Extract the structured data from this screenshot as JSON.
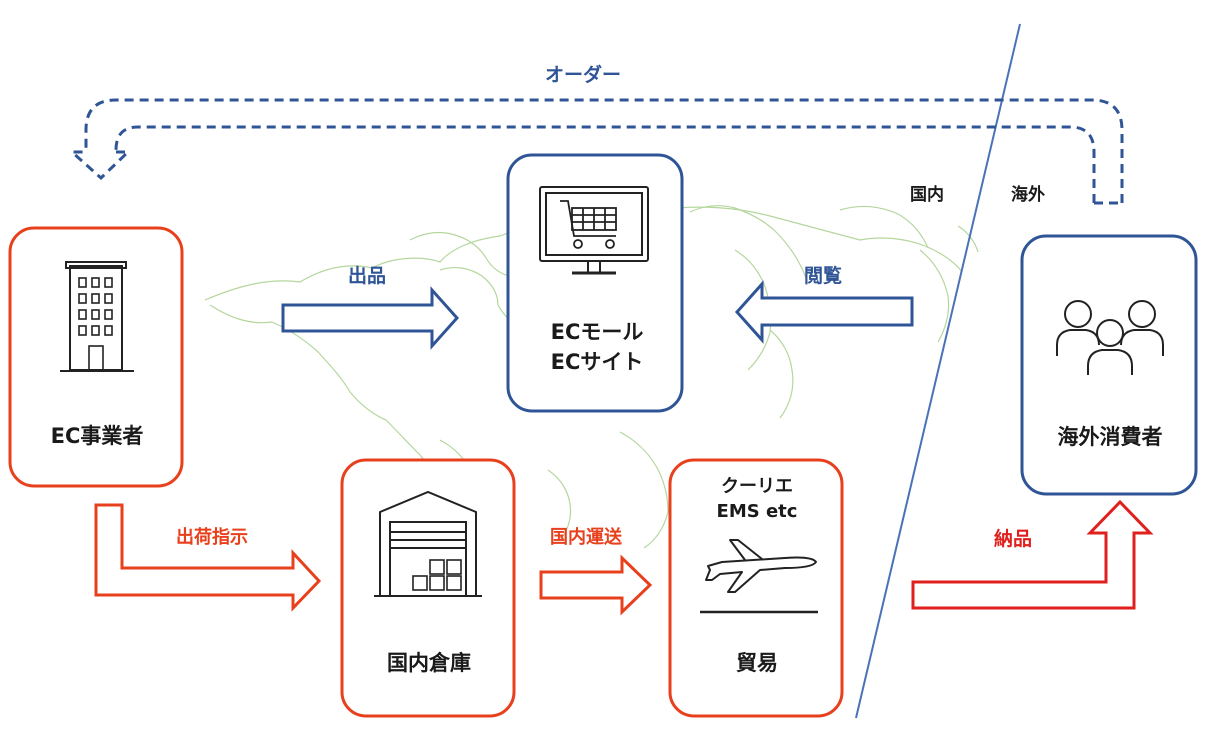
{
  "colors": {
    "blue": "#2f5597",
    "red_orange": "#e8401c",
    "red": "#e0201c",
    "map_green": "#a8d08d",
    "divider": "#4a72b8",
    "icon": "#222222"
  },
  "nodes": {
    "ec_business": {
      "label": "EC事業者",
      "icon": "office-building-icon"
    },
    "ec_mall": {
      "line1": "ECモール",
      "line2": "ECサイト",
      "icon": "shopping-cart-monitor-icon"
    },
    "overseas_consumer": {
      "label": "海外消費者",
      "icon": "people-group-icon"
    },
    "warehouse": {
      "label": "国内倉庫",
      "icon": "warehouse-icon"
    },
    "trade": {
      "line1": "クーリエ",
      "line2": "EMS etc",
      "label": "貿易",
      "icon": "airplane-icon"
    }
  },
  "flows": {
    "order": "オーダー",
    "listing": "出品",
    "browsing": "閲覧",
    "shipping_instruction": "出荷指示",
    "domestic_transport": "国内運送",
    "delivery": "納品"
  },
  "regions": {
    "domestic": "国内",
    "overseas": "海外"
  }
}
